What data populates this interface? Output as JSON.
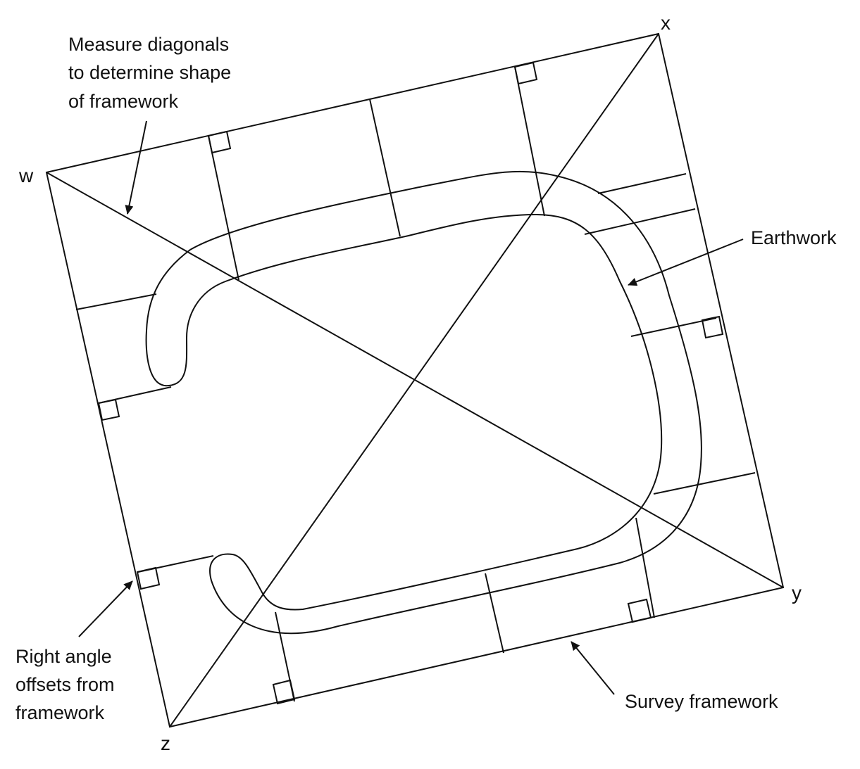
{
  "vertices": {
    "w": "w",
    "x": "x",
    "y": "y",
    "z": "z"
  },
  "labels": {
    "diagonals": [
      "Measure diagonals",
      "to determine shape",
      "of framework"
    ],
    "earthwork": "Earthwork",
    "offsets": [
      "Right angle",
      "offsets from",
      "framework"
    ],
    "framework": "Survey framework"
  },
  "colors": {
    "ink": "#111111",
    "background": "#ffffff"
  }
}
